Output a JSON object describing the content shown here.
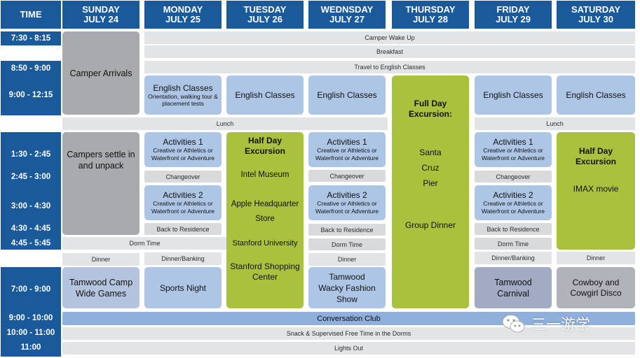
{
  "header": {
    "time": "TIME",
    "days": [
      {
        "name": "SUNDAY",
        "date": "JULY 24"
      },
      {
        "name": "MONDAY",
        "date": "JULY 25"
      },
      {
        "name": "TUESDAY",
        "date": "JULY 26"
      },
      {
        "name": "WEDNSDAY",
        "date": "JULY 27"
      },
      {
        "name": "THURSDAY",
        "date": "JULY 28"
      },
      {
        "name": "FRIDAY",
        "date": "JULY 29"
      },
      {
        "name": "SATURDAY",
        "date": "JULY 30"
      }
    ]
  },
  "times": {
    "t0730": "7:30 - 8:15",
    "t0850": "8:50 - 9:00",
    "t0900": "9:00 - 12:15",
    "t0130": "1:30 - 2:45",
    "t0245": "2:45 - 3:00",
    "t0300": "3:00 - 4:30",
    "t0430": "4:30 - 4:45",
    "t0445": "4:45 - 5:45",
    "t0700": "7:00 - 9:00",
    "t0900pm": "9:00 - 10:00",
    "t1000": "10:00 - 11:00",
    "t1100": "11:00"
  },
  "bars": {
    "wake": "Camper Wake Up",
    "breakfast": "Breakfast",
    "travel": "Travel to English Classes",
    "lunch": "Lunch",
    "convo": "Conversation Club",
    "snack": "Snack & Supervised Free Time in the Dorms",
    "lights": "Lights Out"
  },
  "sunday": {
    "arrivals": "Camper Arrivals",
    "settle": "Campers settle in and unpack",
    "dorm": "Dorm Time",
    "dinner": "Dinner",
    "games": "Tamwood Camp Wide Games"
  },
  "monday": {
    "english": "English Classes",
    "english_sub": "Orientation, walking tour & placement tests",
    "act1": "Activities 1",
    "act_sub": "Creative or Athletics or Waterfront or Adventure",
    "change": "Changeover",
    "act2": "Activities 2",
    "back": "Back to Residence",
    "dinner": "Dinner/Banking",
    "night": "Sports Night"
  },
  "tuesday": {
    "english": "English Classes",
    "half": "Half Day Excursion",
    "intel": "Intel Museum",
    "apple": "Apple Headquarter",
    "store": "Store",
    "stanford": "Stanford University",
    "shopping": "Stanford Shopping Center"
  },
  "wednesday": {
    "english": "English Classes",
    "act1": "Activities 1",
    "act_sub": "Creative or Athletics or Waterfront or Adventure",
    "change": "Changeover",
    "act2": "Activities 2",
    "back": "Back to Residence",
    "dorm": "Dorm Time",
    "dinner": "Dinner",
    "show": "Tamwood Wacky Fashion Show"
  },
  "thursday": {
    "full": "Full Day Excursion:",
    "santa": "Santa",
    "cruz": "Cruz",
    "pier": "Pier",
    "group": "Group Dinner"
  },
  "friday": {
    "english": "English Classes",
    "act1": "Activities 1",
    "act_sub": "Creative or Athletics or Waterfront or Adventure",
    "change": "Changeover",
    "act2": "Activities 2",
    "back": "Back to Residence",
    "dorm": "Dorm Time",
    "dinner": "Dinner/Banking",
    "carnival": "Tamwood Carnival"
  },
  "saturday": {
    "english": "English Classes",
    "half": "Half Day Excursion",
    "imax": "IMAX movie",
    "dinner": "Dinner",
    "disco": "Cowboy and Cowgirl Disco"
  },
  "watermark": {
    "text": "三一游学",
    "icon": "wechat-icon"
  },
  "colors": {
    "header": "#1a5a9a",
    "activity_blue": "#aec6e6",
    "excursion_green": "#a9c13d",
    "arrival_grey": "#a8aaae",
    "bar_grey": "#e3e4e6",
    "conversation_blue": "#8fb0dc"
  }
}
